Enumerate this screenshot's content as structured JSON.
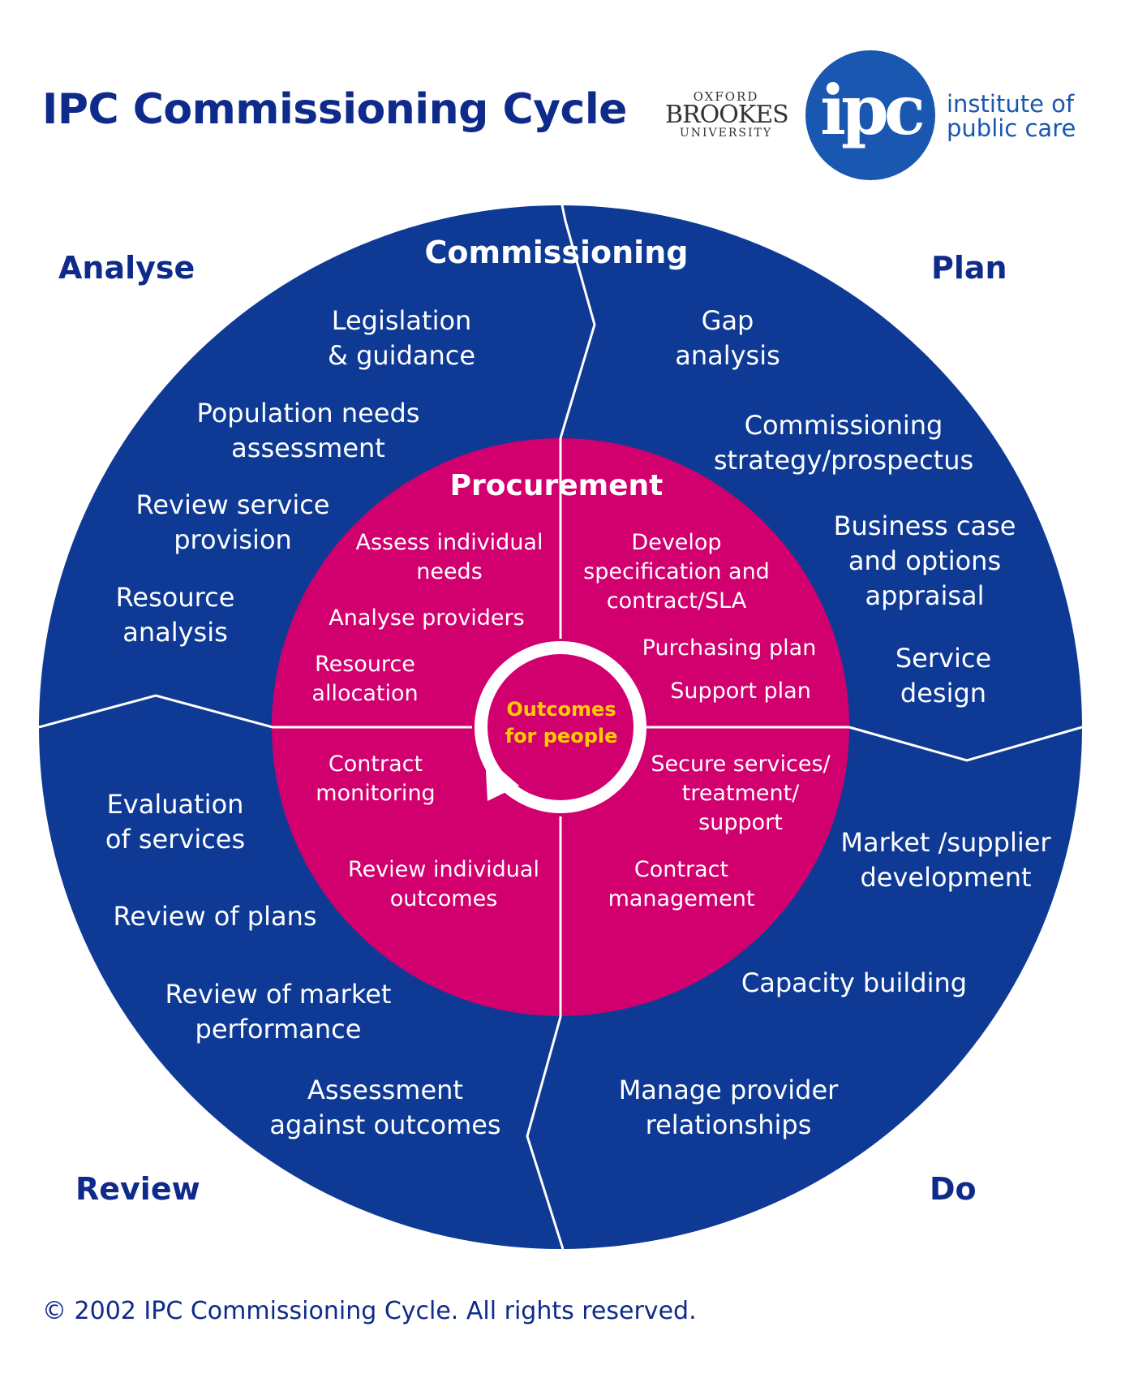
{
  "title": "IPC Commissioning Cycle",
  "logos": {
    "brookes_line1": "OXFORD",
    "brookes_line2": "BROOKES",
    "brookes_line3": "UNIVERSITY",
    "ipc_mark": "ipc",
    "ipc_line1": "institute of",
    "ipc_line2": "public care"
  },
  "quadrants": {
    "analyse": "Analyse",
    "plan": "Plan",
    "review": "Review",
    "do": "Do"
  },
  "outer_ring": {
    "heading": "Commissioning",
    "analyse": [
      "Legislation\n& guidance",
      "Population needs\nassessment",
      "Review service\nprovision",
      "Resource\nanalysis"
    ],
    "plan": [
      "Gap\nanalysis",
      "Commissioning\nstrategy/prospectus",
      "Business case\nand options\nappraisal",
      "Service\ndesign"
    ],
    "review": [
      "Evaluation\nof services",
      "Review of plans",
      "Review of market\nperformance",
      "Assessment\nagainst outcomes"
    ],
    "do": [
      "Market /supplier\ndevelopment",
      "Capacity building",
      "Manage provider\nrelationships"
    ]
  },
  "inner_ring": {
    "heading": "Procurement",
    "analyse": [
      "Assess individual\nneeds",
      "Analyse providers",
      "Resource\nallocation"
    ],
    "plan": [
      "Develop\nspecification and\ncontract/SLA",
      "Purchasing plan",
      "Support plan"
    ],
    "review": [
      "Contract\nmonitoring",
      "Review individual\noutcomes"
    ],
    "do": [
      "Secure services/\ntreatment/\nsupport",
      "Contract\nmanagement"
    ]
  },
  "center": "Outcomes\nfor people",
  "colors": {
    "navy": "#0e3a96",
    "magenta": "#d2006e",
    "center_text": "#ffcc00",
    "title": "#0e2a8a",
    "ipc_blue": "#1a57b0"
  },
  "footer": "© 2002 IPC Commissioning Cycle. All rights reserved."
}
